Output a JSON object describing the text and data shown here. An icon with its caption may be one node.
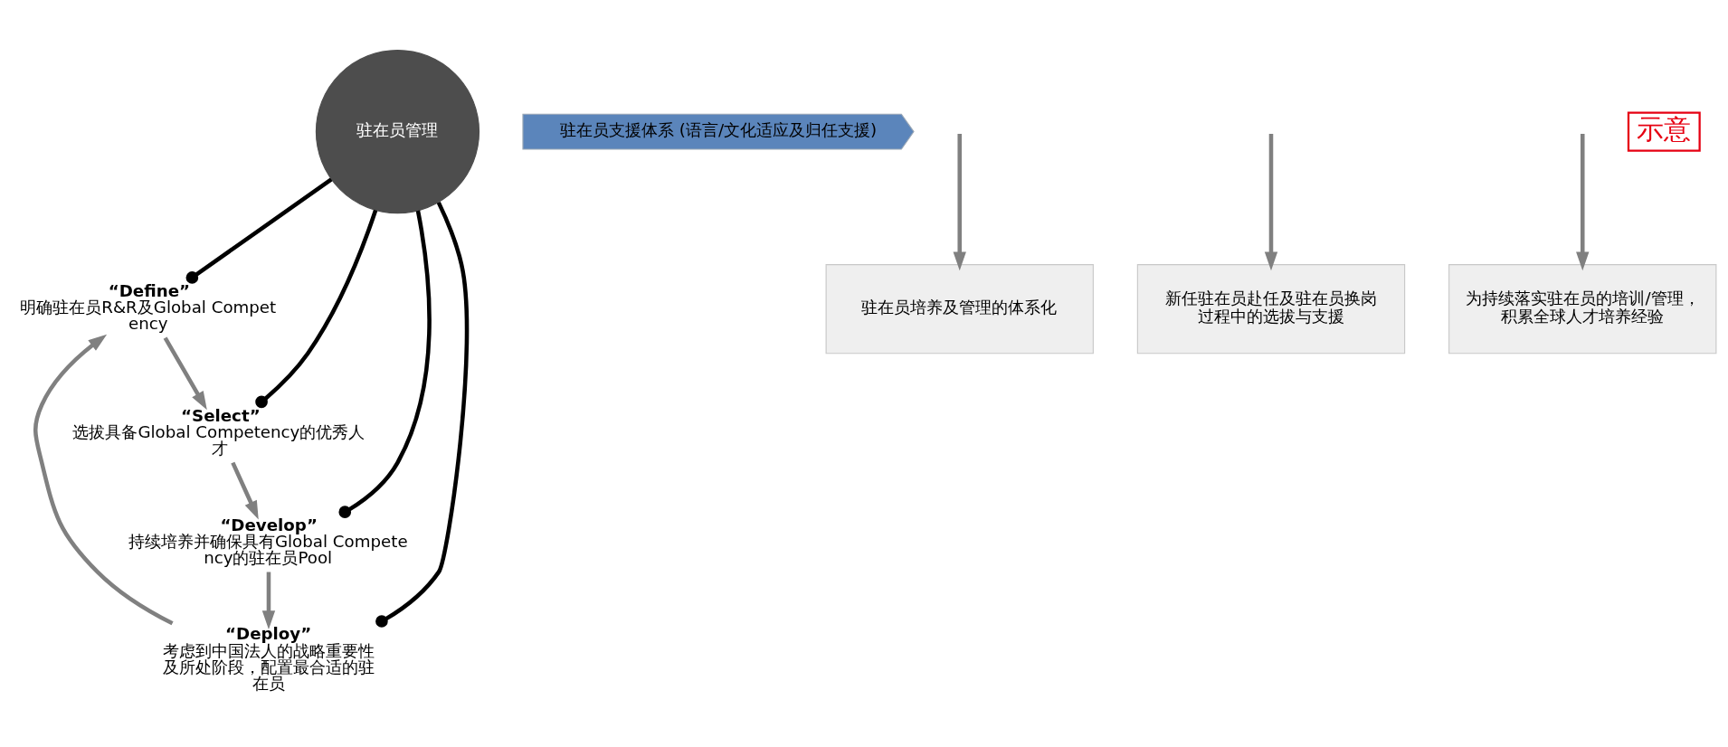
{
  "diagram": {
    "nodes": [
      {
        "text": [
          "驻在员管理"
        ]
      },
      {
        "text": [
          "“Define”",
          "明确驻在员R&R及Global Competency"
        ]
      },
      {
        "text": [
          "“Select”",
          "选拔具备Global Competency的优秀人才"
        ]
      },
      {
        "text": [
          "“Develop”",
          "持续培养并确保具有Global Competency的驻在员Pool"
        ]
      },
      {
        "text": [
          "“Deploy”",
          "考虑到中国法人的战略重要性及所处阶段，配置最合适的驻在员"
        ]
      },
      {
        "text": [
          "驻在员支援体系 (语言/文化适应及归任支援)"
        ]
      },
      {
        "text": [
          "驻在员培养及管理的体系化"
        ]
      },
      {
        "text": [
          "新任驻在员赴任及驻在员换岗过程中的选拔与支援"
        ]
      },
      {
        "text": [
          "为持续落实驻在员的培训/管理，积累全球人才培养经验"
        ]
      }
    ],
    "edges": [
      {
        "from": 0,
        "to": 1,
        "arrow": "other",
        "color": "#000000"
      },
      {
        "from": 0,
        "to": 2,
        "arrow": "other",
        "color": "#000000"
      },
      {
        "from": 0,
        "to": 3,
        "arrow": "other",
        "color": "#000000"
      },
      {
        "from": 0,
        "to": 4,
        "arrow": "other",
        "color": "#000000"
      },
      {
        "from": 1,
        "to": 2,
        "arrow": "to"
      },
      {
        "from": 2,
        "to": 3,
        "arrow": "to"
      },
      {
        "from": 3,
        "to": 4,
        "arrow": "to"
      },
      {
        "from": 4,
        "to": 1,
        "arrow": "to"
      },
      {
        "from": null,
        "to": 6,
        "arrow": "to"
      },
      {
        "from": null,
        "to": 7,
        "arrow": "to"
      },
      {
        "from": null,
        "to": 8,
        "arrow": "to"
      }
    ],
    "labels": [
      "示意"
    ]
  }
}
